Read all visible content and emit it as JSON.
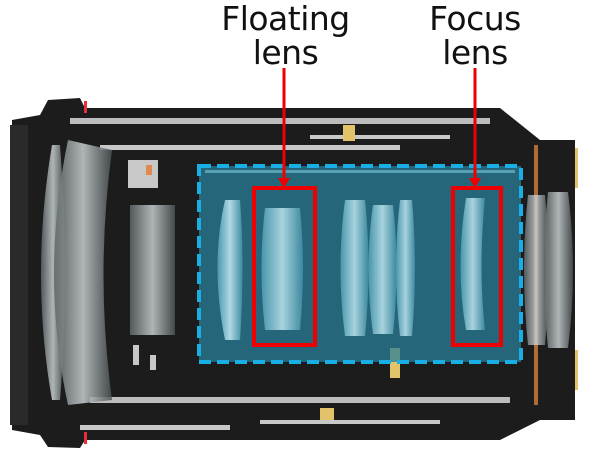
{
  "diagram": {
    "subject": "lens cross-section",
    "labels": [
      {
        "line1": "Floating",
        "line2": "lens"
      },
      {
        "line1": "Focus",
        "line2": "lens"
      }
    ],
    "colors": {
      "callout_red": "#ee0000",
      "group_dashed_blue": "#1aaee6",
      "group_tint": "#2a7f9a",
      "body_dark": "#1c1c1c",
      "metal_light": "#c8c8c8",
      "gold_contact": "#e2c36a",
      "glass": "#9aa3a6"
    }
  }
}
